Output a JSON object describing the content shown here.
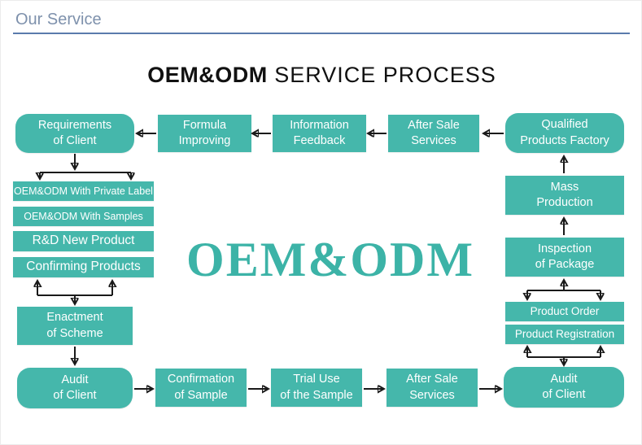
{
  "page": {
    "section_title": "Our Service",
    "title_bold": "OEM&ODM",
    "title_rest": " SERVICE PROCESS",
    "center_watermark": "OEM&ODM"
  },
  "colors": {
    "box_teal": "#45b7ab",
    "watermark_teal": "#3cb3a7",
    "header_text": "#7e91ac",
    "header_rule_blue": "#5a7bac",
    "arrow_black": "#1a1a1a",
    "box_text": "#ffffff"
  },
  "nodes": [
    {
      "id": "requirements-of-client",
      "label": "Requirements\nof Client"
    },
    {
      "id": "formula-improving",
      "label": "Formula\nImproving"
    },
    {
      "id": "information-feedback",
      "label": "Information\nFeedback"
    },
    {
      "id": "after-sale-services-top",
      "label": "After Sale\nServices"
    },
    {
      "id": "qualified-products-factory",
      "label": "Qualified\nProducts Factory"
    },
    {
      "id": "oem-odm-with-private-label",
      "label": "OEM&ODM With Private Label"
    },
    {
      "id": "oem-odm-with-samples",
      "label": "OEM&ODM With Samples"
    },
    {
      "id": "rd-new-product",
      "label": "R&D New Product"
    },
    {
      "id": "confirming-products",
      "label": "Confirming Products"
    },
    {
      "id": "enactment-of-scheme",
      "label": "Enactment\nof Scheme"
    },
    {
      "id": "audit-of-client-left",
      "label": "Audit\nof Client"
    },
    {
      "id": "confirmation-of-sample",
      "label": "Confirmation\nof Sample"
    },
    {
      "id": "trial-use-of-the-sample",
      "label": "Trial Use\nof the Sample"
    },
    {
      "id": "after-sale-services-bottom",
      "label": "After Sale\nServices"
    },
    {
      "id": "audit-of-client-right",
      "label": "Audit\nof Client"
    },
    {
      "id": "product-order",
      "label": "Product Order"
    },
    {
      "id": "product-registration",
      "label": "Product Registration"
    },
    {
      "id": "inspection-of-package",
      "label": "Inspection\nof Package"
    },
    {
      "id": "mass-production",
      "label": "Mass\nProduction"
    }
  ]
}
